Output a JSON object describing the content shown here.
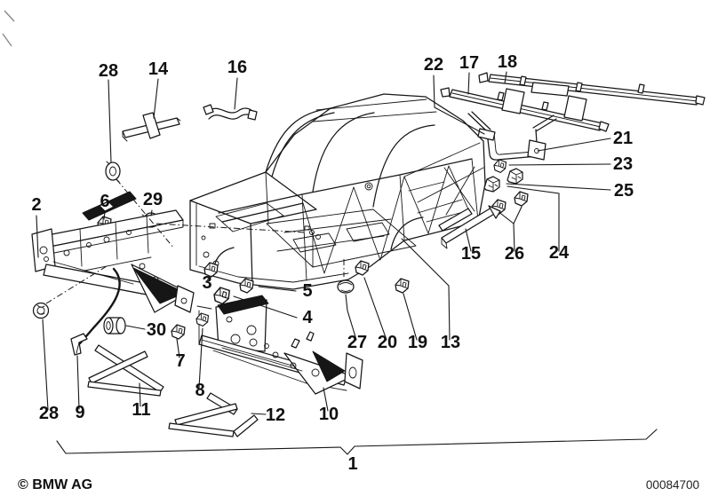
{
  "colors": {
    "ink": "#161616",
    "paper": "#ffffff"
  },
  "footer": {
    "copyright": "© BMW AG",
    "document_number": "00084700"
  },
  "callouts": {
    "c28_top": {
      "label": "28"
    },
    "c14": {
      "label": "14"
    },
    "c16": {
      "label": "16"
    },
    "c22": {
      "label": "22"
    },
    "c17": {
      "label": "17"
    },
    "c18": {
      "label": "18"
    },
    "c21": {
      "label": "21"
    },
    "c23": {
      "label": "23"
    },
    "c25": {
      "label": "25"
    },
    "c2": {
      "label": "2"
    },
    "c6": {
      "label": "6"
    },
    "c29": {
      "label": "29"
    },
    "c15": {
      "label": "15"
    },
    "c26": {
      "label": "26"
    },
    "c24": {
      "label": "24"
    },
    "c3": {
      "label": "3"
    },
    "c5": {
      "label": "5"
    },
    "c4": {
      "label": "4"
    },
    "c30": {
      "label": "30"
    },
    "c27": {
      "label": "27"
    },
    "c20": {
      "label": "20"
    },
    "c19": {
      "label": "19"
    },
    "c13": {
      "label": "13"
    },
    "c7": {
      "label": "7"
    },
    "c8": {
      "label": "8"
    },
    "c28_bottom": {
      "label": "28"
    },
    "c9": {
      "label": "9"
    },
    "c11": {
      "label": "11"
    },
    "c12": {
      "label": "12"
    },
    "c10": {
      "label": "10"
    },
    "c1": {
      "label": "1"
    }
  }
}
